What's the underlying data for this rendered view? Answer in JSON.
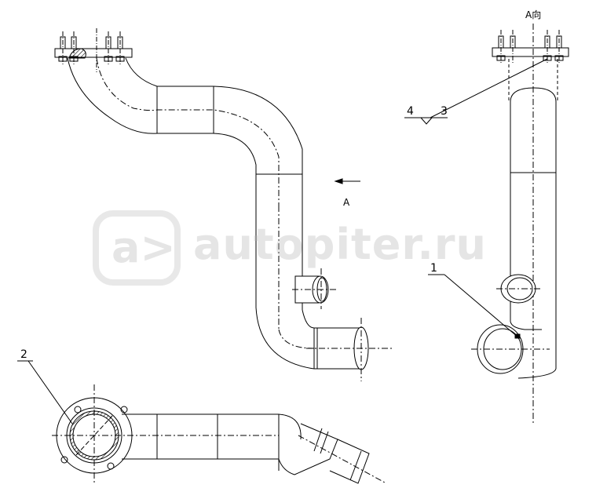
{
  "labels": {
    "view_arrow_label": "A",
    "view_title": "A向",
    "callout_1": "1",
    "callout_2": "2",
    "callout_3": "3",
    "callout_4": "4"
  },
  "watermark": {
    "badge": "a>",
    "text": "autopiter.ru"
  }
}
